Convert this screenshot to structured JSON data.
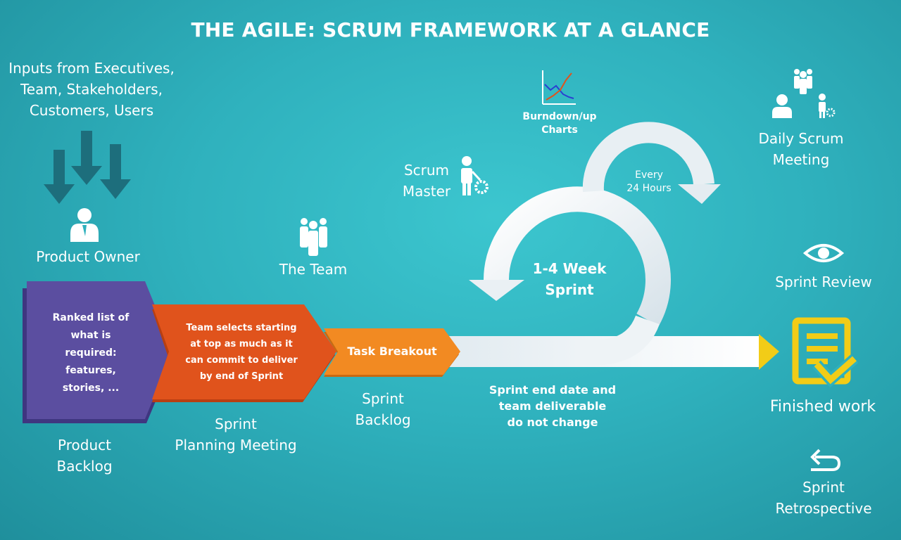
{
  "title": "THE AGILE: SCRUM FRAMEWORK AT A GLANCE",
  "inputs": {
    "line1": "Inputs from Executives,",
    "line2": "Team, Stakeholders,",
    "line3": "Customers, Users"
  },
  "product_owner": "Product Owner",
  "the_team": "The Team",
  "scrum_master": {
    "line1": "Scrum",
    "line2": "Master"
  },
  "burndown": {
    "line1": "Burndown/up",
    "line2": "Charts"
  },
  "daily_scrum": {
    "line1": "Daily Scrum",
    "line2": "Meeting"
  },
  "cycle": {
    "every_line1": "Every",
    "every_line2": "24 Hours",
    "sprint_line1": "1-4 Week",
    "sprint_line2": "Sprint"
  },
  "product_backlog_box": {
    "line1": "Ranked list of",
    "line2": "what is",
    "line3": "required:",
    "line4": "features,",
    "line5": "stories, ..."
  },
  "planning_box": {
    "line1": "Team selects starting",
    "line2": "at top as much as it",
    "line3": "can commit to deliver",
    "line4": "by end of Sprint"
  },
  "task_breakout": "Task Breakout",
  "product_backlog_label": {
    "line1": "Product",
    "line2": "Backlog"
  },
  "planning_label": {
    "line1": "Sprint",
    "line2": "Planning Meeting"
  },
  "sprint_backlog_label": {
    "line1": "Sprint",
    "line2": "Backlog"
  },
  "sprint_end": {
    "line1": "Sprint end date and",
    "line2": "team deliverable",
    "line3": "do not change"
  },
  "sprint_review": "Sprint Review",
  "finished_work": "Finished work",
  "retrospective": {
    "line1": "Sprint",
    "line2": "Retrospective"
  },
  "colors": {
    "background": "#2fb1bd",
    "purple": "#5b4ea0",
    "orange": "#e0531c",
    "light_orange": "#f28a22",
    "yellow": "#f2cc17",
    "dark_arrow": "#1d6e7c",
    "white": "#ffffff"
  },
  "icons": [
    "down-arrows-icon",
    "person-icon",
    "team-icon",
    "scrum-master-icon",
    "chart-icon",
    "daily-scrum-icon",
    "eye-icon",
    "checklist-icon",
    "undo-arrow-icon"
  ]
}
